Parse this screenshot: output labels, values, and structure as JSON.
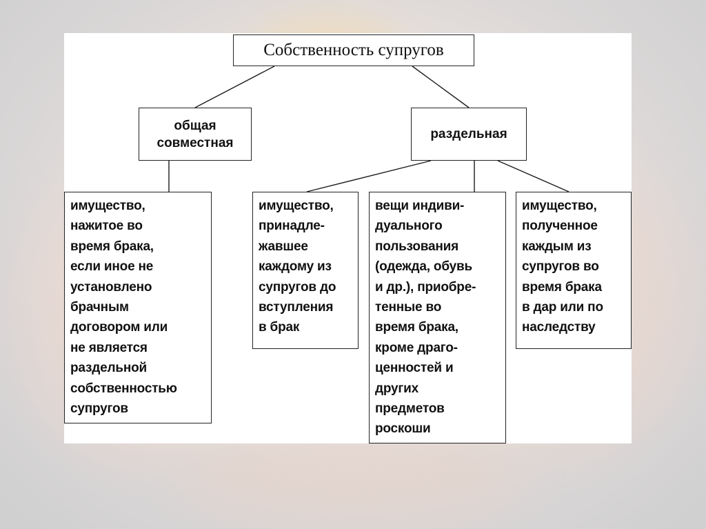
{
  "diagram": {
    "title": "Собственность супругов",
    "categories": {
      "joint": "общая\nсовместная",
      "separate": "раздельная"
    },
    "leaves": {
      "joint_property": "имущество,\nнажитое во\nвремя брака,\nесли иное не\nустановлено\nбрачным\nдоговором или\nне является\nраздельной\nсобственностью\nсупругов",
      "premarital": "имущество,\nпринадле-\nжавшее\nкаждому из\nсупругов до\nвступления\nв брак",
      "personal_use": "вещи индиви-\nдуального\nпользования\n(одежда, обувь\nи др.), приобре-\nтенные во\nвремя брака,\nкроме драго-\nценностей и\nдругих\nпредметов\nроскоши",
      "gift_inheritance": "имущество,\nполученное\nкаждым из\nсупругов во\nвремя брака\nв дар или по\nнаследству"
    }
  },
  "colors": {
    "line": "#1a1a1a",
    "box_border": "#222222",
    "panel": "#ffffff"
  }
}
